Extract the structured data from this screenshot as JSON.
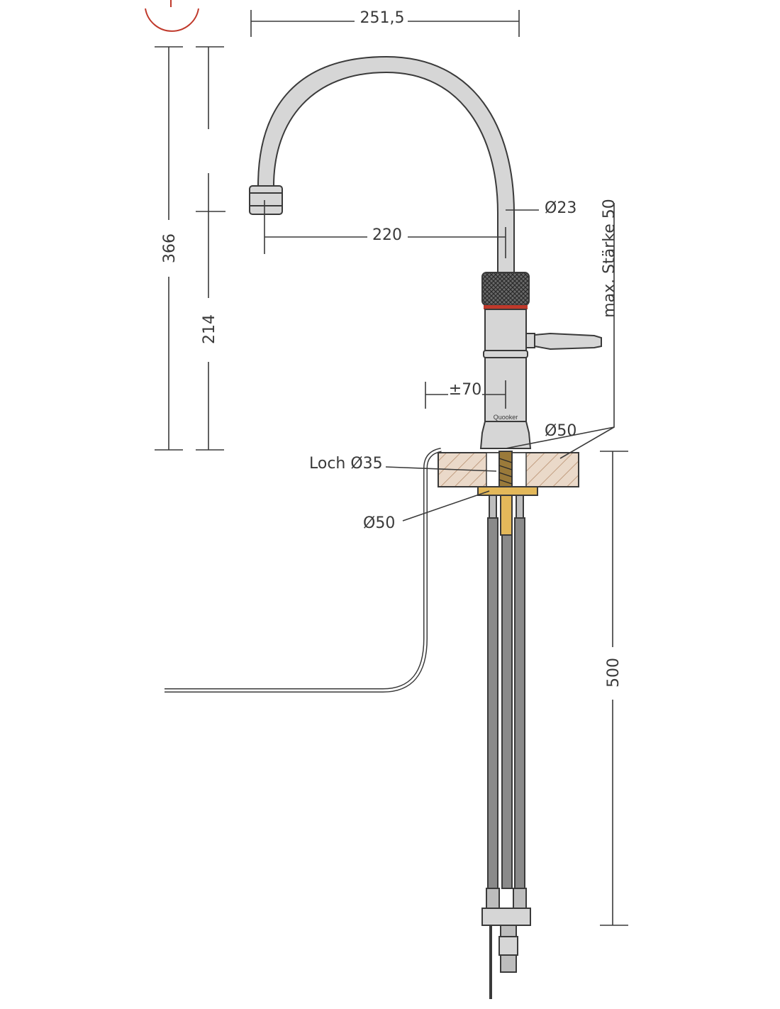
{
  "dimensions": {
    "overall_width": "251,5",
    "overall_height": "366",
    "spout_height": "214",
    "spout_reach": "220",
    "spout_diameter": "Ø23",
    "rotation": "±70",
    "base_diameter_top": "Ø50",
    "hole_diameter": "Loch Ø35",
    "base_diameter_bottom": "Ø50",
    "max_thickness": "max. Stärke 50",
    "hose_length": "500"
  },
  "brand": "Quooker",
  "colors": {
    "line": "#3a3a3a",
    "chrome_fill": "#d6d6d6",
    "worktop_fill": "#ead9c9",
    "brass_fill": "#e3b85a",
    "accent_red": "#c0392b",
    "hose_fill": "#8a8a8a"
  }
}
